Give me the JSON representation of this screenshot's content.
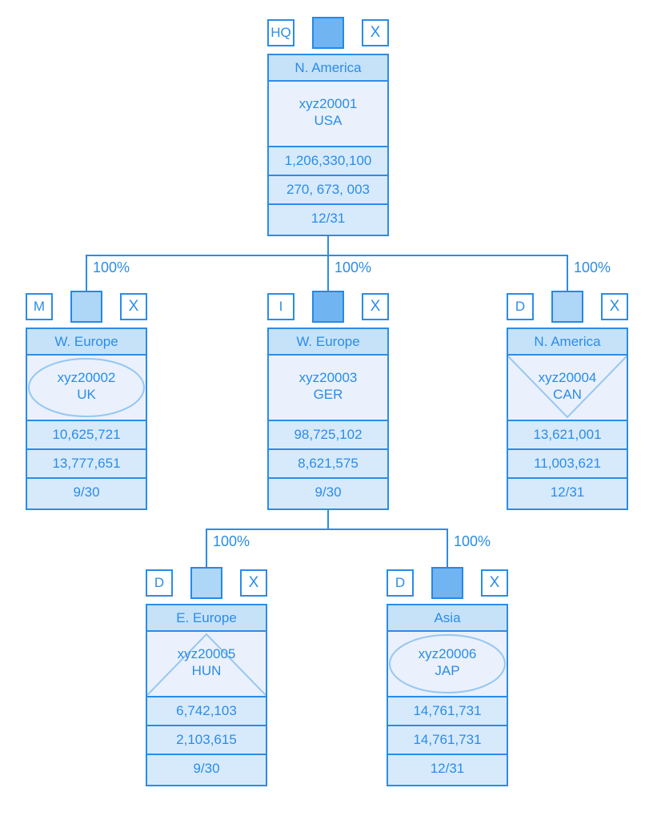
{
  "diagram": {
    "title": "organization-structure-chart",
    "colors": {
      "line": "#2b8ce9",
      "text": "#2b8ce9",
      "header_fill": "#c6e2f9",
      "row_fill": "#d7eafc",
      "body_fill": "#eaf1fc",
      "square_dark": "#70b4f2",
      "square_light": "#aed6f7",
      "shape_stroke": "#96c7f2"
    },
    "nodes": [
      {
        "id": "xyz20001",
        "type_label": "HQ",
        "close_label": "X",
        "square_variant": "dark",
        "region": "N. America",
        "code": "xyz20001",
        "country": "USA",
        "value1": "1,206,330,100",
        "value2": "270, 673, 003",
        "date": "12/31",
        "shape": "none"
      },
      {
        "id": "xyz20002",
        "type_label": "M",
        "close_label": "X",
        "square_variant": "light",
        "region": "W. Europe",
        "code": "xyz20002",
        "country": "UK",
        "value1": "10,625,721",
        "value2": "13,777,651",
        "date": "9/30",
        "shape": "ellipse"
      },
      {
        "id": "xyz20003",
        "type_label": "I",
        "close_label": "X",
        "square_variant": "dark",
        "region": "W. Europe",
        "code": "xyz20003",
        "country": "GER",
        "value1": "98,725,102",
        "value2": "8,621,575",
        "date": "9/30",
        "shape": "none"
      },
      {
        "id": "xyz20004",
        "type_label": "D",
        "close_label": "X",
        "square_variant": "light",
        "region": "N. America",
        "code": "xyz20004",
        "country": "CAN",
        "value1": "13,621,001",
        "value2": "11,003,621",
        "date": "12/31",
        "shape": "triangle-down"
      },
      {
        "id": "xyz20005",
        "type_label": "D",
        "close_label": "X",
        "square_variant": "light",
        "region": "E. Europe",
        "code": "xyz20005",
        "country": "HUN",
        "value1": "6,742,103",
        "value2": "2,103,615",
        "date": "9/30",
        "shape": "triangle-up"
      },
      {
        "id": "xyz20006",
        "type_label": "D",
        "close_label": "X",
        "square_variant": "dark",
        "region": "Asia",
        "code": "xyz20006",
        "country": "JAP",
        "value1": "14,761,731",
        "value2": "14,761,731",
        "date": "12/31",
        "shape": "ellipse"
      }
    ],
    "edges": [
      {
        "from": "xyz20001",
        "to": "xyz20002",
        "label": "100%"
      },
      {
        "from": "xyz20001",
        "to": "xyz20003",
        "label": "100%"
      },
      {
        "from": "xyz20001",
        "to": "xyz20004",
        "label": "100%"
      },
      {
        "from": "xyz20003",
        "to": "xyz20005",
        "label": "100%"
      },
      {
        "from": "xyz20003",
        "to": "xyz20006",
        "label": "100%"
      }
    ]
  }
}
